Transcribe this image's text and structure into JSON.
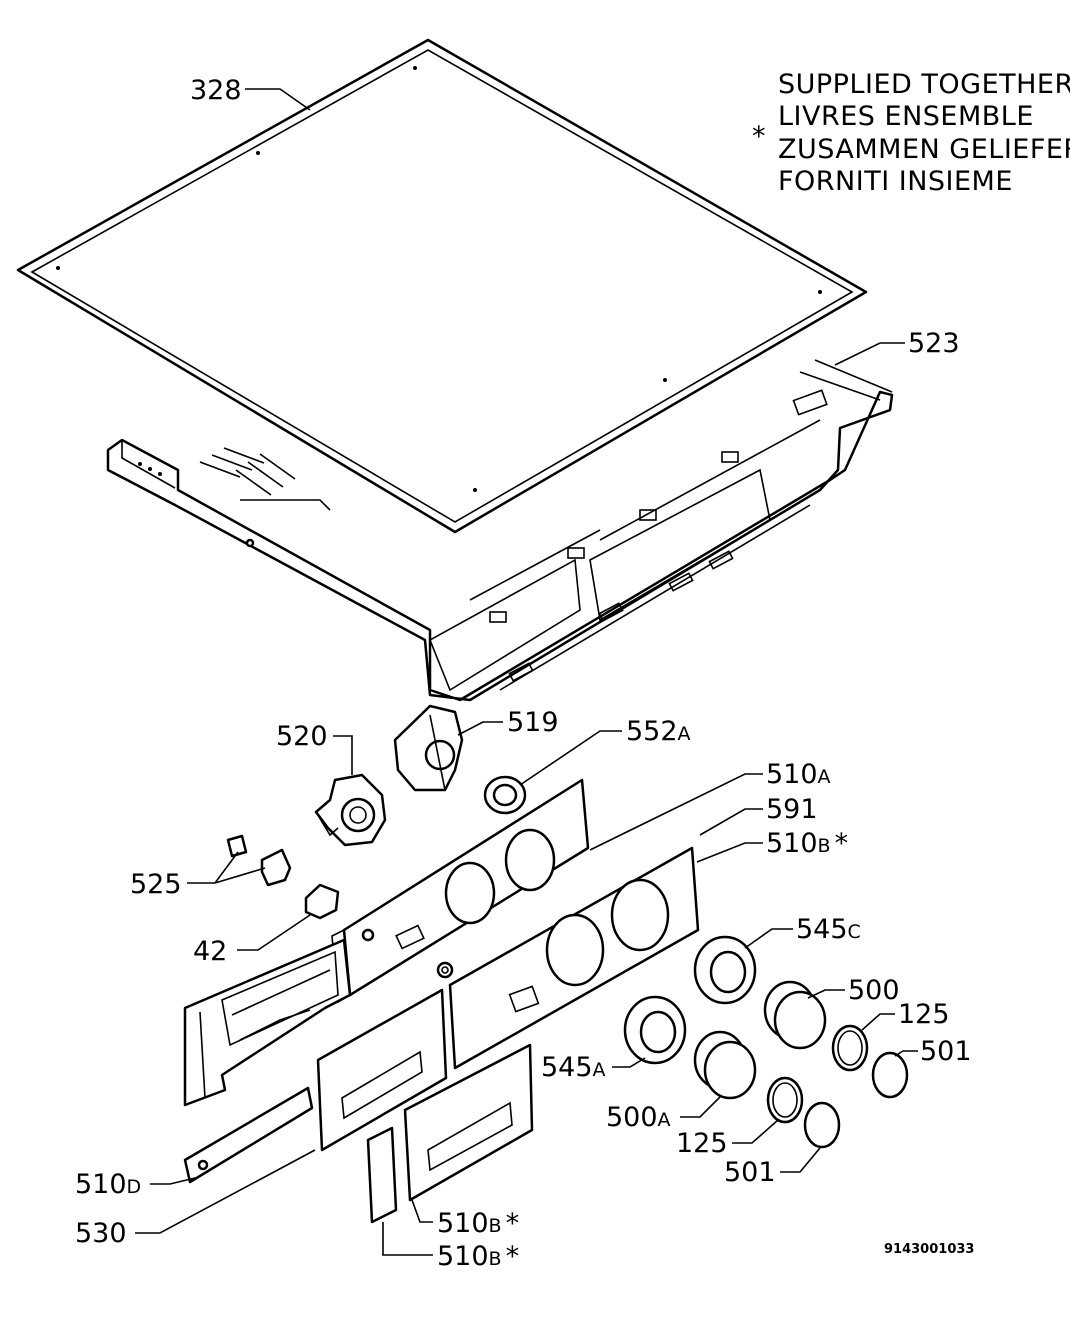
{
  "note": {
    "asterisk": "*",
    "lines": [
      "SUPPLIED TOGETHER",
      "LIVRES ENSEMBLE",
      "ZUSAMMEN GELIEFERT",
      "FORNITI INSIEME"
    ]
  },
  "reference": "9143001033",
  "labels": {
    "p328": "328",
    "p523": "523",
    "p520": "520",
    "p519": "519",
    "p552a": {
      "num": "552",
      "suffix": "A"
    },
    "p510a": {
      "num": "510",
      "suffix": "A"
    },
    "p591": "591",
    "p510b_top": {
      "num": "510",
      "suffix": "B",
      "star": "*"
    },
    "p525": "525",
    "p42": "42",
    "p545c": {
      "num": "545",
      "suffix": "C"
    },
    "p500": "500",
    "p125_right": "125",
    "p501_right": "501",
    "p545a": {
      "num": "545",
      "suffix": "A"
    },
    "p500a": {
      "num": "500",
      "suffix": "A"
    },
    "p125_low": "125",
    "p501_low": "501",
    "p510d": {
      "num": "510",
      "suffix": "D"
    },
    "p530": "530",
    "p510b_mid": {
      "num": "510",
      "suffix": "B",
      "star": "*"
    },
    "p510b_bot": {
      "num": "510",
      "suffix": "B",
      "star": "*"
    }
  }
}
